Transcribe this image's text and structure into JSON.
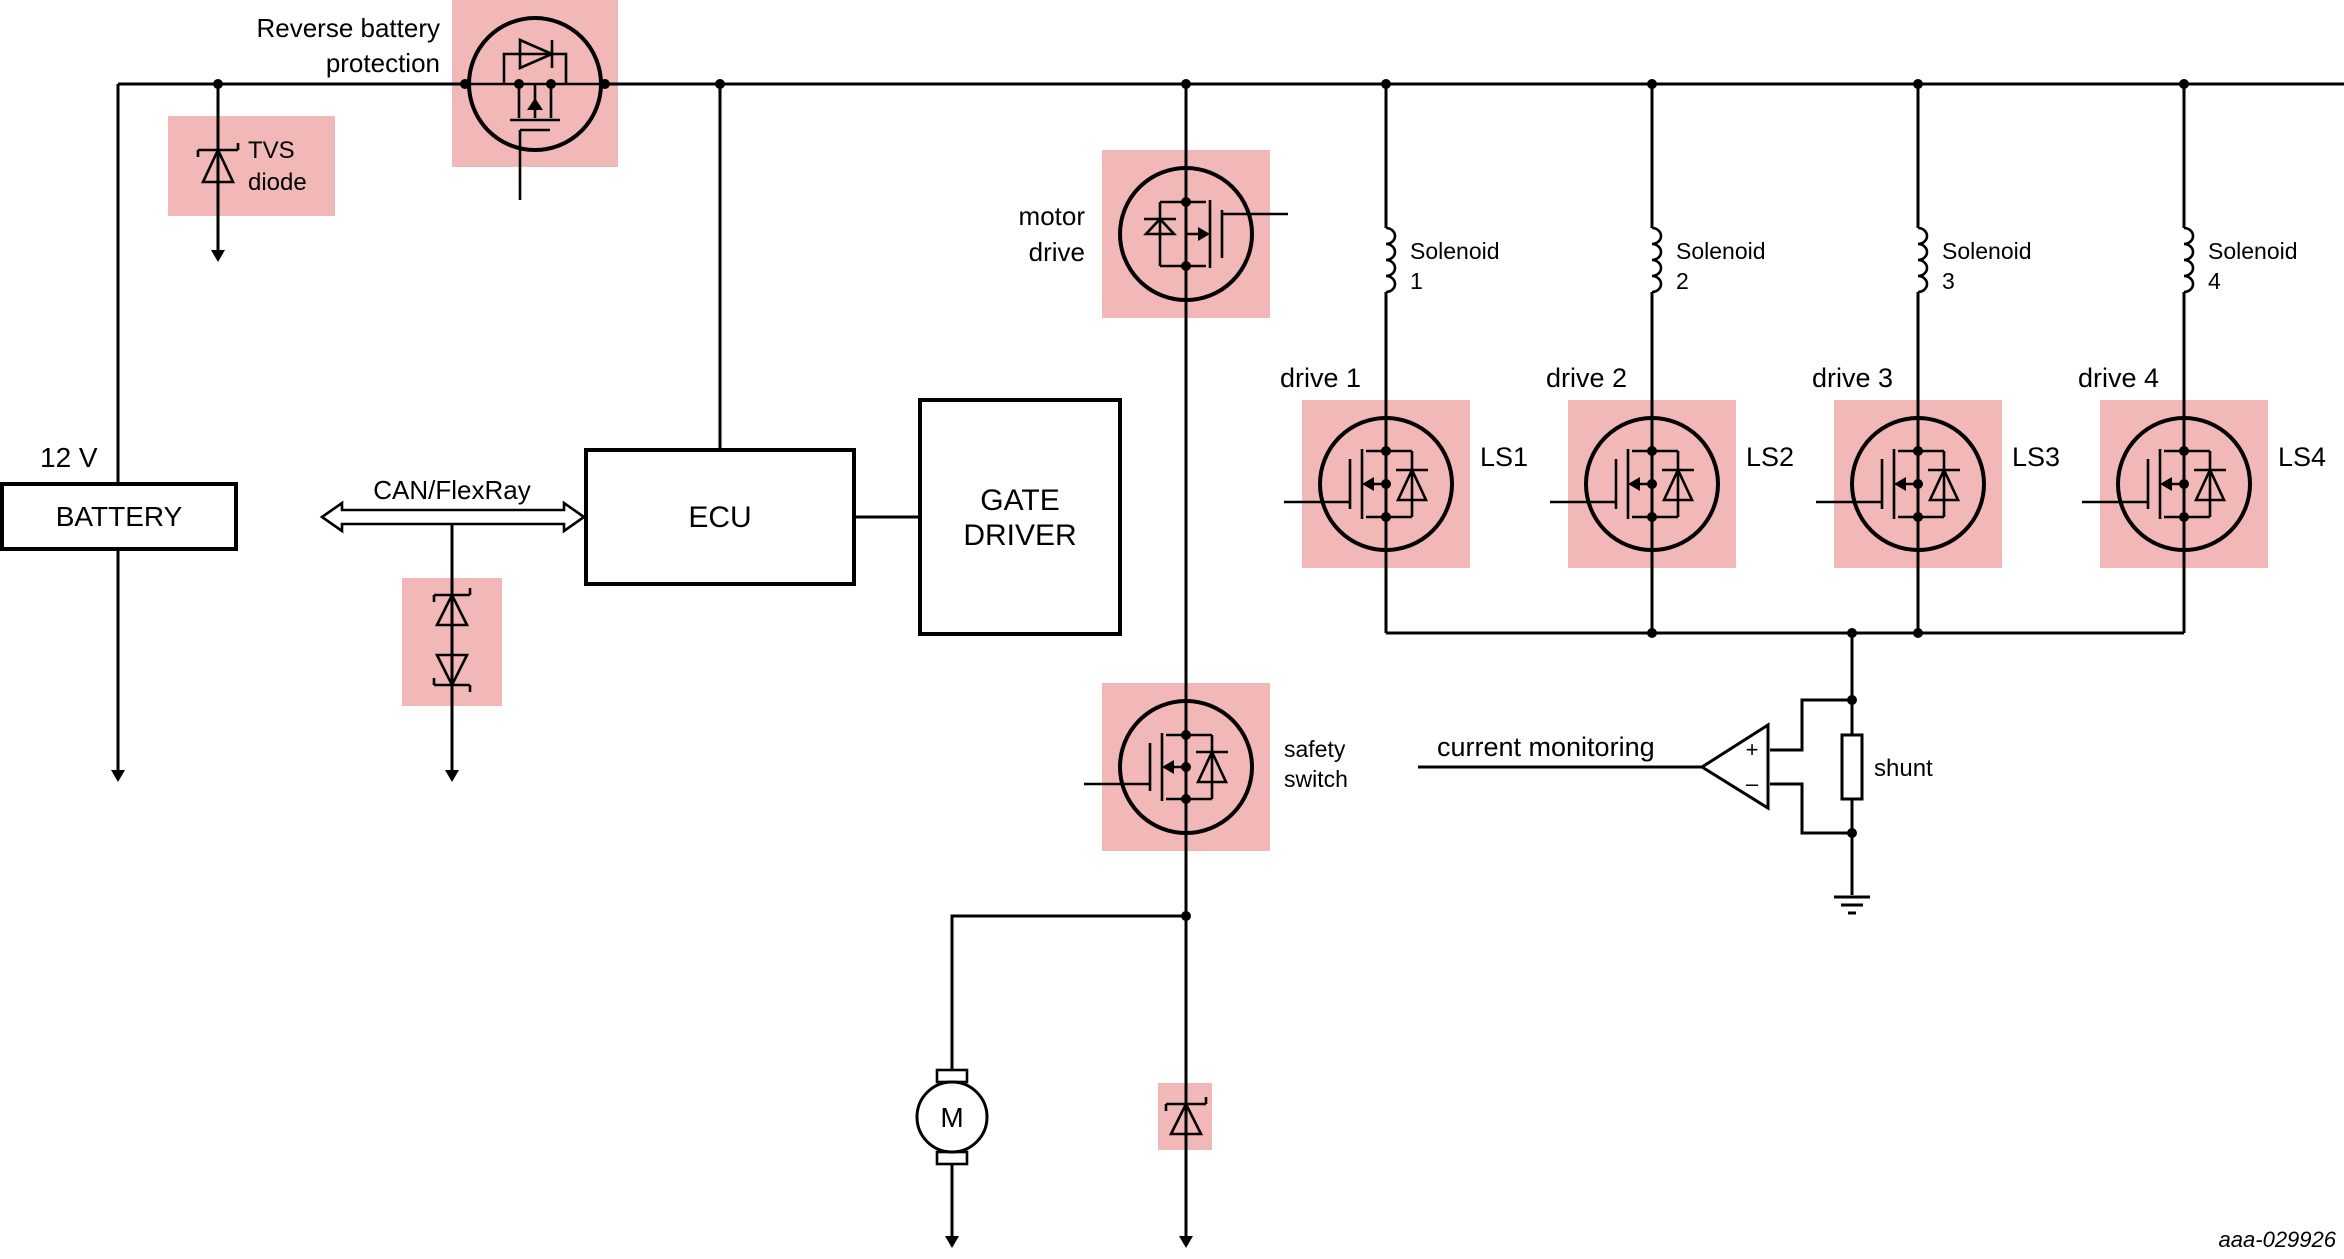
{
  "labels": {
    "reverse_battery_1": "Reverse battery",
    "reverse_battery_2": "protection",
    "tvs_1": "TVS",
    "tvs_2": "diode",
    "voltage": "12 V",
    "battery": "BATTERY",
    "can": "CAN/FlexRay",
    "ecu": "ECU",
    "gate_driver_1": "GATE",
    "gate_driver_2": "DRIVER",
    "motor_drive_1": "motor",
    "motor_drive_2": "drive",
    "safety_switch_1": "safety",
    "safety_switch_2": "switch",
    "current_monitoring": "current monitoring",
    "shunt": "shunt",
    "amp_plus": "+",
    "amp_minus": "–",
    "motor": "M",
    "figure_id": "aaa-029926"
  },
  "channels": [
    {
      "drive": "drive 1",
      "ls": "LS1",
      "solenoid": "Solenoid",
      "num": "1"
    },
    {
      "drive": "drive 2",
      "ls": "LS2",
      "solenoid": "Solenoid",
      "num": "2"
    },
    {
      "drive": "drive 3",
      "ls": "LS3",
      "solenoid": "Solenoid",
      "num": "3"
    },
    {
      "drive": "drive 4",
      "ls": "LS4",
      "solenoid": "Solenoid",
      "num": "4"
    }
  ],
  "colors": {
    "highlight": "#f2b8b8",
    "line": "#000000"
  }
}
